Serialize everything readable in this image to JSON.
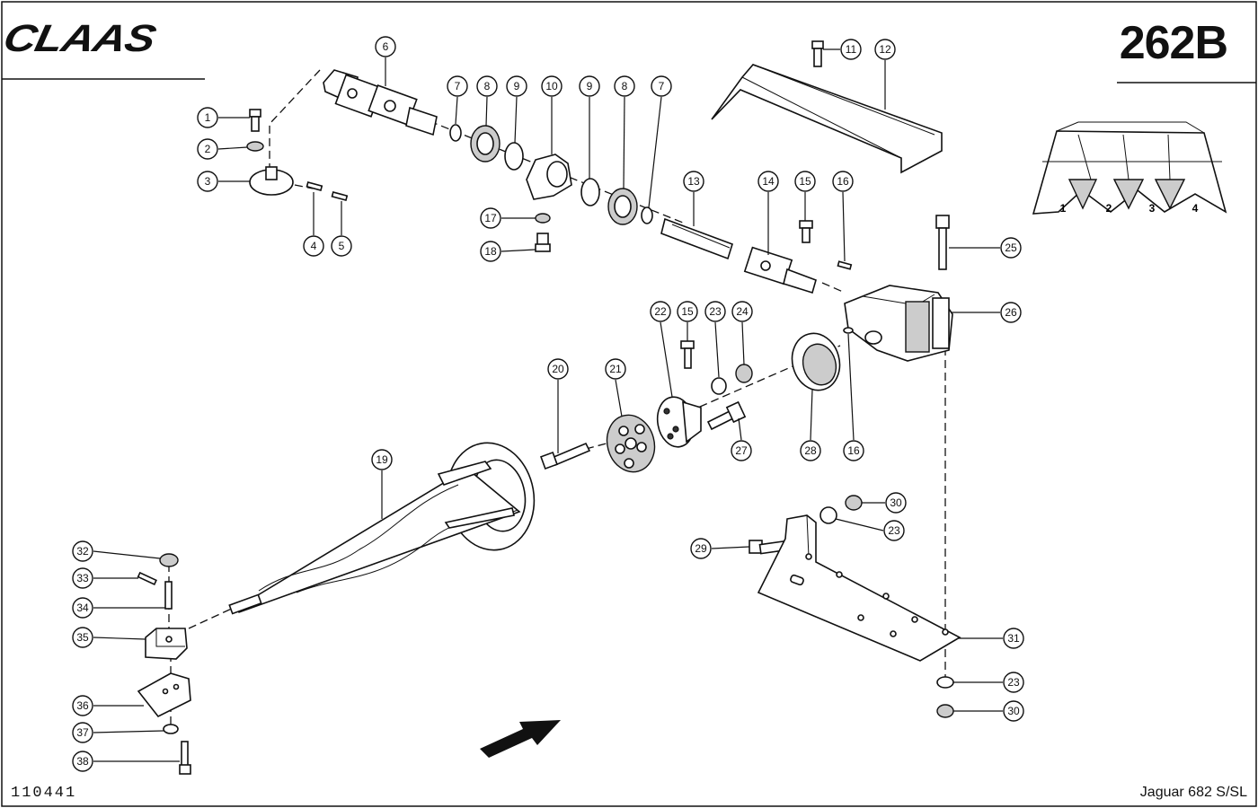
{
  "header": {
    "brand": "CLAAS",
    "page_number": "262B"
  },
  "footer": {
    "drawing_number": "110441",
    "model": "Jaguar 682 S/SL"
  },
  "inset": {
    "row_labels": [
      "1",
      "2",
      "3",
      "4"
    ]
  },
  "callouts": [
    {
      "id": "c1",
      "num": "1"
    },
    {
      "id": "c2",
      "num": "2"
    },
    {
      "id": "c3",
      "num": "3"
    },
    {
      "id": "c4",
      "num": "4"
    },
    {
      "id": "c5",
      "num": "5"
    },
    {
      "id": "c6",
      "num": "6"
    },
    {
      "id": "c7a",
      "num": "7"
    },
    {
      "id": "c8a",
      "num": "8"
    },
    {
      "id": "c9a",
      "num": "9"
    },
    {
      "id": "c10",
      "num": "10"
    },
    {
      "id": "c9b",
      "num": "9"
    },
    {
      "id": "c8b",
      "num": "8"
    },
    {
      "id": "c7b",
      "num": "7"
    },
    {
      "id": "c11",
      "num": "11"
    },
    {
      "id": "c12",
      "num": "12"
    },
    {
      "id": "c17",
      "num": "17"
    },
    {
      "id": "c18",
      "num": "18"
    },
    {
      "id": "c13",
      "num": "13"
    },
    {
      "id": "c14",
      "num": "14"
    },
    {
      "id": "c15a",
      "num": "15"
    },
    {
      "id": "c16a",
      "num": "16"
    },
    {
      "id": "c25",
      "num": "25"
    },
    {
      "id": "c26",
      "num": "26"
    },
    {
      "id": "c22",
      "num": "22"
    },
    {
      "id": "c15b",
      "num": "15"
    },
    {
      "id": "c23a",
      "num": "23"
    },
    {
      "id": "c24",
      "num": "24"
    },
    {
      "id": "c20",
      "num": "20"
    },
    {
      "id": "c21",
      "num": "21"
    },
    {
      "id": "c27",
      "num": "27"
    },
    {
      "id": "c28",
      "num": "28"
    },
    {
      "id": "c16b",
      "num": "16"
    },
    {
      "id": "c19",
      "num": "19"
    },
    {
      "id": "c30a",
      "num": "30"
    },
    {
      "id": "c23b",
      "num": "23"
    },
    {
      "id": "c29",
      "num": "29"
    },
    {
      "id": "c31",
      "num": "31"
    },
    {
      "id": "c23c",
      "num": "23"
    },
    {
      "id": "c30b",
      "num": "30"
    },
    {
      "id": "c32",
      "num": "32"
    },
    {
      "id": "c33",
      "num": "33"
    },
    {
      "id": "c34",
      "num": "34"
    },
    {
      "id": "c35",
      "num": "35"
    },
    {
      "id": "c36",
      "num": "36"
    },
    {
      "id": "c37",
      "num": "37"
    },
    {
      "id": "c38",
      "num": "38"
    }
  ]
}
